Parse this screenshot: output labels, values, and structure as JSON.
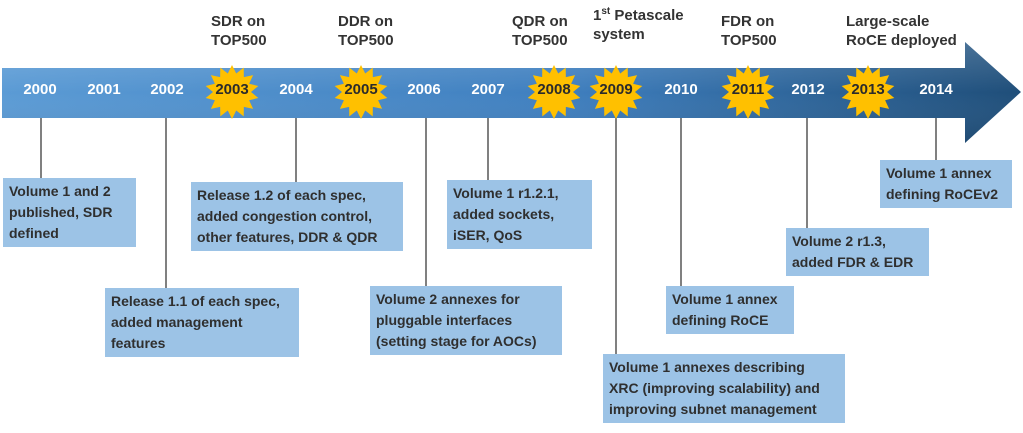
{
  "years": [
    {
      "label": "2000",
      "highlight": false
    },
    {
      "label": "2001",
      "highlight": false
    },
    {
      "label": "2002",
      "highlight": false
    },
    {
      "label": "2003",
      "highlight": true
    },
    {
      "label": "2004",
      "highlight": false
    },
    {
      "label": "2005",
      "highlight": true
    },
    {
      "label": "2006",
      "highlight": false
    },
    {
      "label": "2007",
      "highlight": false
    },
    {
      "label": "2008",
      "highlight": true
    },
    {
      "label": "2009",
      "highlight": true
    },
    {
      "label": "2010",
      "highlight": false
    },
    {
      "label": "2011",
      "highlight": true
    },
    {
      "label": "2012",
      "highlight": false
    },
    {
      "label": "2013",
      "highlight": true
    },
    {
      "label": "2014",
      "highlight": false
    }
  ],
  "milestones": {
    "sdr": {
      "line1": "SDR on",
      "line2": "TOP500"
    },
    "ddr": {
      "line1": "DDR on",
      "line2": "TOP500"
    },
    "qdr": {
      "line1": "QDR on",
      "line2": "TOP500"
    },
    "petascale": {
      "ordinal": "1",
      "sup": "st",
      "line1_rest": " Petascale",
      "line2": "system"
    },
    "fdr": {
      "line1": "FDR on",
      "line2": "TOP500"
    },
    "roce": {
      "line1": "Large-scale",
      "line2": "RoCE deployed"
    }
  },
  "events": {
    "e2000": [
      "Volume 1 and 2",
      "published, SDR",
      "defined"
    ],
    "e2002": [
      "Release 1.1 of each spec,",
      "added management",
      "features"
    ],
    "e2004": [
      "Release 1.2 of each spec,",
      "added congestion control,",
      "other features, DDR & QDR"
    ],
    "e2006": [
      "Volume 2 annexes for",
      "pluggable interfaces",
      "(setting stage for AOCs)"
    ],
    "e2007": [
      "Volume 1 r1.2.1,",
      "added sockets,",
      "iSER, QoS"
    ],
    "e2009": [
      "Volume 1 annexes describing",
      "XRC (improving scalability) and",
      "improving subnet management"
    ],
    "e2010": [
      "Volume 1 annex",
      "defining RoCE"
    ],
    "e2012": [
      "Volume 2 r1.3,",
      "added FDR & EDR"
    ],
    "e2014": [
      "Volume 1 annex",
      "defining RoCEv2"
    ]
  },
  "colors": {
    "arrow_light": "#5b9bd5",
    "arrow_dark": "#1f4e79",
    "burst": "#ffc000",
    "box": "#9cc3e6",
    "connector": "#808080"
  }
}
